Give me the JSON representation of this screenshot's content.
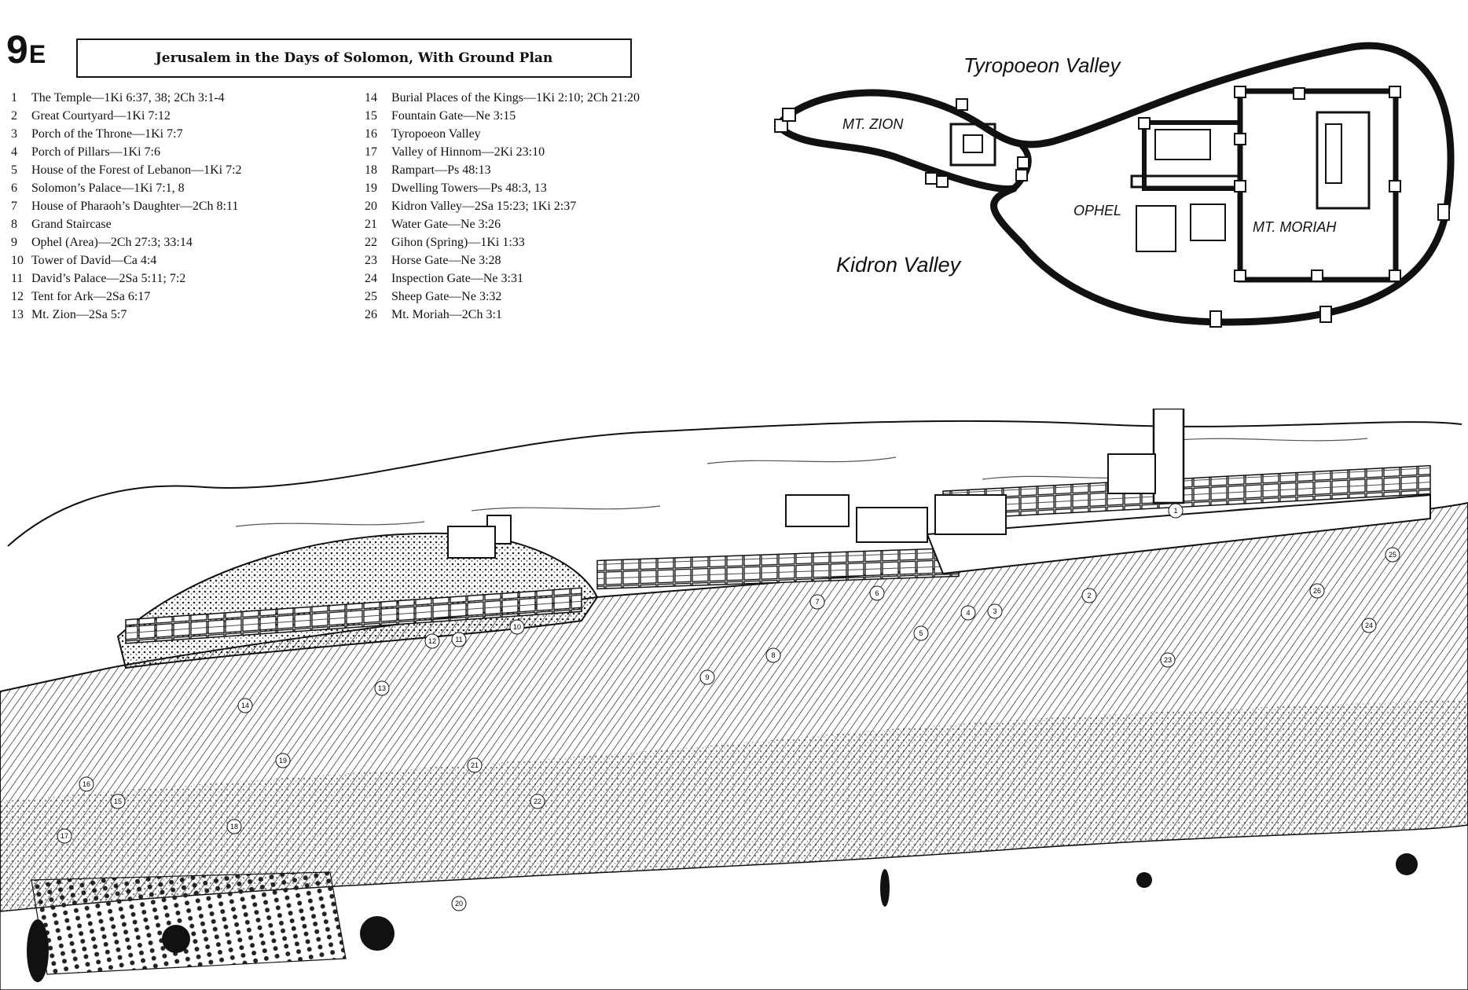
{
  "figure": {
    "number": "9",
    "suffix": "E"
  },
  "title": "Jerusalem in the Days of Solomon, With Ground Plan",
  "legend": [
    {
      "n": "1",
      "text": "The Temple—1Ki 6:37, 38; 2Ch 3:1-4"
    },
    {
      "n": "2",
      "text": "Great Courtyard—1Ki 7:12"
    },
    {
      "n": "3",
      "text": "Porch of the Throne—1Ki 7:7"
    },
    {
      "n": "4",
      "text": "Porch of Pillars—1Ki 7:6"
    },
    {
      "n": "5",
      "text": "House of the Forest of Lebanon—1Ki 7:2"
    },
    {
      "n": "6",
      "text": "Solomon’s Palace—1Ki 7:1, 8"
    },
    {
      "n": "7",
      "text": "House of Pharaoh’s Daughter—2Ch 8:11"
    },
    {
      "n": "8",
      "text": "Grand Staircase"
    },
    {
      "n": "9",
      "text": "Ophel (Area)—2Ch 27:3; 33:14"
    },
    {
      "n": "10",
      "text": "Tower of David—Ca 4:4"
    },
    {
      "n": "11",
      "text": "David’s Palace—2Sa 5:11; 7:2"
    },
    {
      "n": "12",
      "text": "Tent for Ark—2Sa 6:17"
    },
    {
      "n": "13",
      "text": "Mt. Zion—2Sa 5:7"
    },
    {
      "n": "14",
      "text": "Burial Places of the Kings—1Ki 2:10; 2Ch 21:20"
    },
    {
      "n": "15",
      "text": "Fountain Gate—Ne 3:15"
    },
    {
      "n": "16",
      "text": "Tyropoeon Valley"
    },
    {
      "n": "17",
      "text": "Valley of Hinnom—2Ki 23:10"
    },
    {
      "n": "18",
      "text": "Rampart—Ps 48:13"
    },
    {
      "n": "19",
      "text": "Dwelling Towers—Ps 48:3, 13"
    },
    {
      "n": "20",
      "text": "Kidron Valley—2Sa 15:23; 1Ki 2:37"
    },
    {
      "n": "21",
      "text": "Water Gate—Ne 3:26"
    },
    {
      "n": "22",
      "text": "Gihon (Spring)—1Ki 1:33"
    },
    {
      "n": "23",
      "text": "Horse Gate—Ne 3:28"
    },
    {
      "n": "24",
      "text": "Inspection Gate—Ne 3:31"
    },
    {
      "n": "25",
      "text": "Sheep Gate—Ne 3:32"
    },
    {
      "n": "26",
      "text": "Mt. Moriah—2Ch 3:1"
    }
  ],
  "plan": {
    "labels": {
      "tyropoeon": "Tyropoeon Valley",
      "kidron": "Kidron Valley",
      "mt_zion": "MT. ZION",
      "ophel": "OPHEL",
      "mt_moriah": "MT. MORIAH"
    }
  },
  "illustration": {
    "markers": [
      "1",
      "2",
      "3",
      "4",
      "5",
      "6",
      "7",
      "8",
      "9",
      "10",
      "11",
      "12",
      "13",
      "14",
      "15",
      "16",
      "17",
      "18",
      "19",
      "20",
      "21",
      "22",
      "23",
      "24",
      "25",
      "26"
    ]
  },
  "colors": {
    "ink": "#111111",
    "paper": "#ffffff"
  }
}
